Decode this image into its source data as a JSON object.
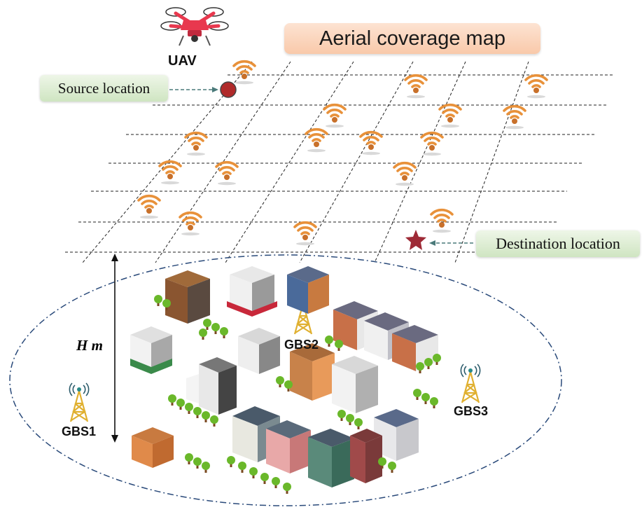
{
  "title": "Aerial coverage map",
  "labels": {
    "uav": "UAV",
    "source": "Source location",
    "destination": "Destination location",
    "gbs1": "GBS1",
    "gbs2": "GBS2",
    "gbs3": "GBS3",
    "height": "H m"
  },
  "colors": {
    "wifi": "#e8913a",
    "wifi_dot": "#c8702a",
    "source_marker": "#b02a2a",
    "destination_marker": "#9e2a36",
    "tower": "#e0b030",
    "drone": "#e8384e",
    "grid_line": "#222222",
    "boundary": "#2a4a7a"
  },
  "icons": [
    "uav-drone-icon",
    "wifi-icon",
    "source-marker",
    "destination-star-icon",
    "tower-icon",
    "building-icon",
    "tree-icon"
  ]
}
